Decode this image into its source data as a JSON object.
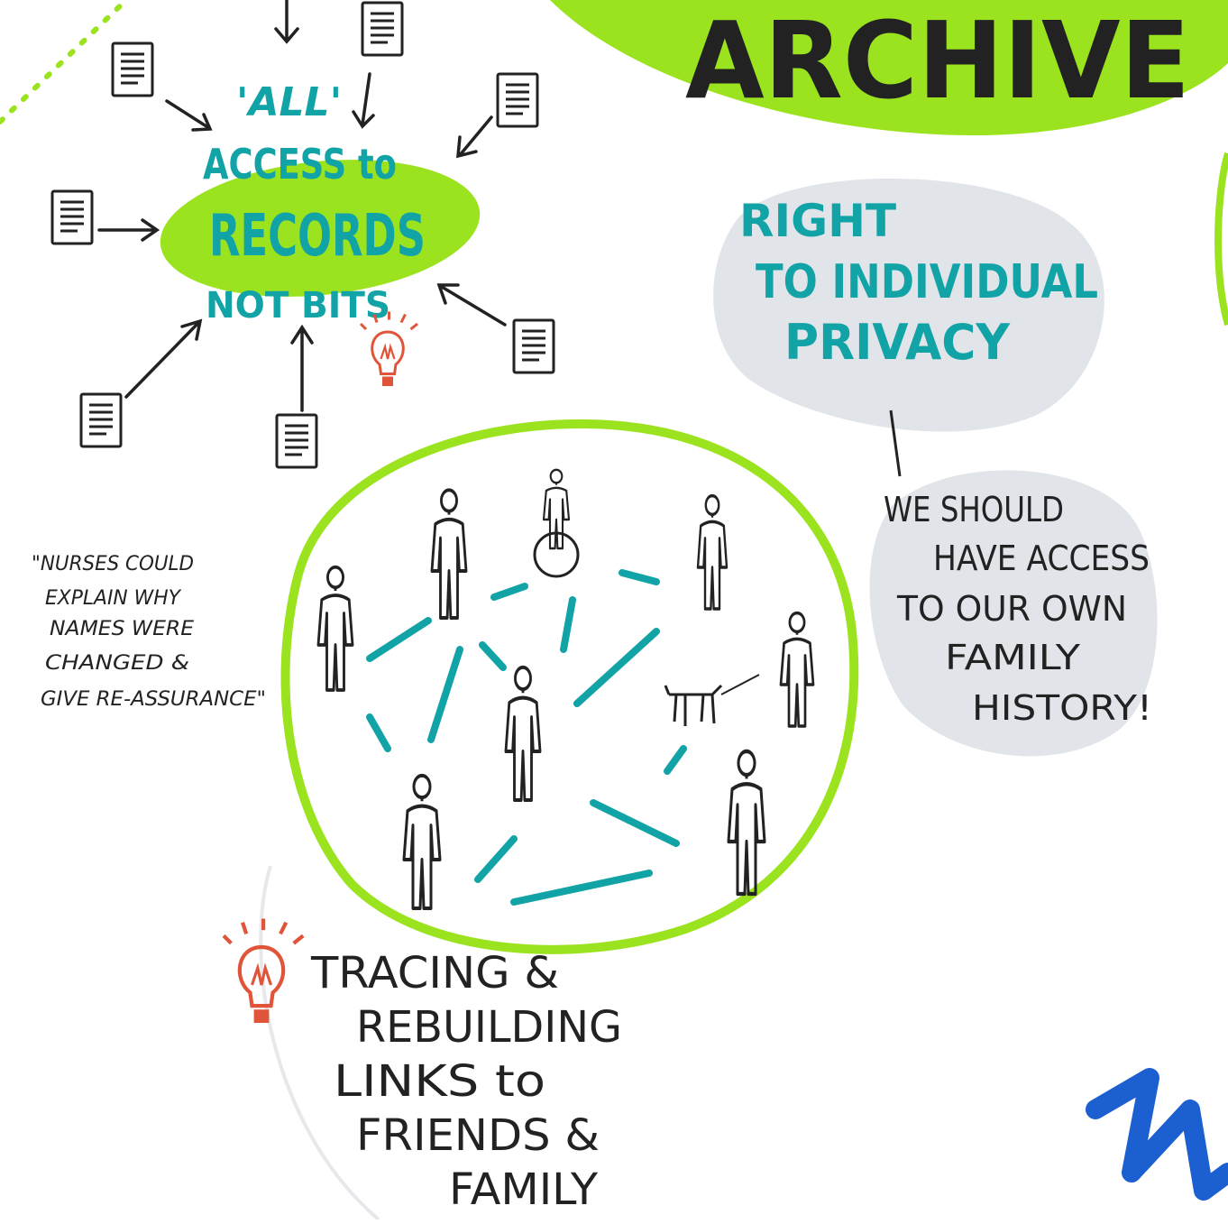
{
  "colors": {
    "highlight": "#9be31e",
    "teal": "#12a3a6",
    "ink": "#222222",
    "bulb": "#e0553a",
    "blob": "#d7dbe1",
    "blue": "#1c5fd0"
  },
  "banner": {
    "title": "ARCHIVE"
  },
  "records": {
    "quote_word": "'ALL'",
    "line1": "ACCESS to",
    "keyword": "RECORDS",
    "line3": "NOT BITS"
  },
  "privacy": {
    "line1": "RIGHT",
    "line2": "TO INDIVIDUAL",
    "line3": "PRIVACY"
  },
  "family_history": {
    "lines": [
      "WE SHOULD",
      "HAVE ACCESS",
      "TO OUR OWN",
      "FAMILY",
      "HISTORY!"
    ]
  },
  "nurses_quote": {
    "lines": [
      "\"NURSES COULD",
      "EXPLAIN WHY",
      "NAMES WERE",
      "CHANGED &",
      "GIVE RE-ASSURANCE\""
    ]
  },
  "tracing": {
    "lines": [
      "TRACING &",
      "REBUILDING",
      "LINKS to",
      "FRIENDS &",
      "FAMILY"
    ]
  },
  "icons": {
    "document": "document-icon",
    "bulb": "lightbulb-icon",
    "person": "person-icon",
    "wheelchair": "wheelchair-user-icon",
    "dog": "dog-icon"
  }
}
